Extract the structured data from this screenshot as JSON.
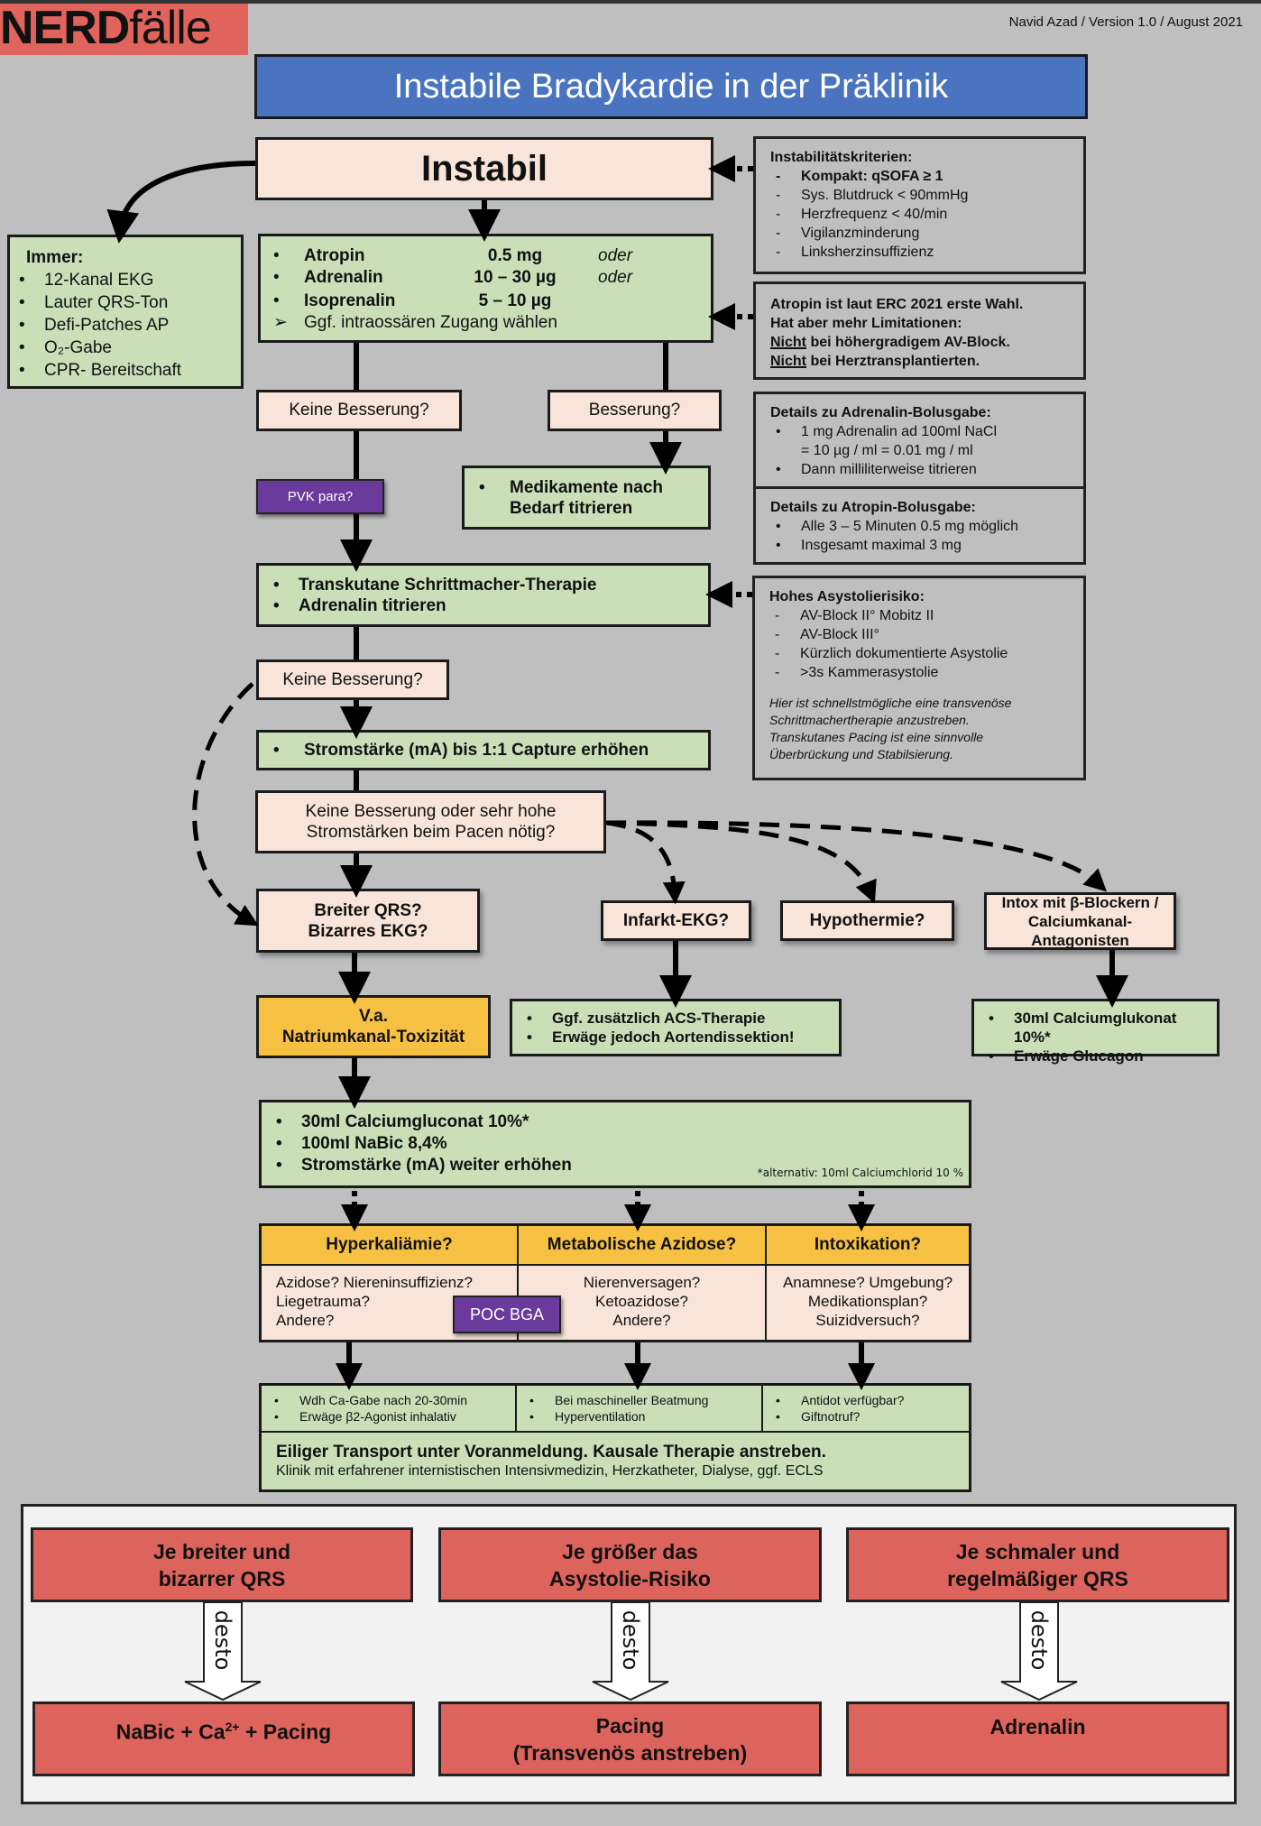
{
  "header": {
    "logo_bold": "NERD",
    "logo_rest": "fälle",
    "author_line": "Navid Azad / Version 1.0 / August 2021",
    "title": "Instabile Bradykardie in der Präklinik"
  },
  "colors": {
    "background": "#bfbfbf",
    "title_blue": "#4a74c0",
    "logo_red": "#e0645c",
    "peach": "#f8e4d8",
    "green": "#cadfb8",
    "orange": "#f6c143",
    "purple": "#6a3a9c",
    "red": "#dd645c"
  },
  "flow": {
    "instabil": "Instabil",
    "immer": {
      "title": "Immer:",
      "items": [
        "12-Kanal EKG",
        "Lauter QRS-Ton",
        "Defi-Patches AP",
        "O₂-Gabe",
        "CPR- Bereitschaft"
      ]
    },
    "drugs": {
      "rows": [
        {
          "name": "Atropin",
          "dose": "0.5 mg",
          "note": "oder"
        },
        {
          "name": "Adrenalin",
          "dose": "10 – 30 µg",
          "note": "oder"
        },
        {
          "name": "Isoprenalin",
          "dose": "5 – 10 µg",
          "note": ""
        }
      ],
      "hint": "Ggf. intraossären Zugang wählen"
    },
    "keine_besserung_1": "Keine Besserung?",
    "besserung": "Besserung?",
    "pvk": "PVK para?",
    "medikamente": [
      "Medikamente nach",
      "Bedarf titrieren"
    ],
    "pacing": [
      "Transkutane Schrittmacher-Therapie",
      "Adrenalin titrieren"
    ],
    "keine_besserung_2": "Keine Besserung?",
    "stromstaerke": "Stromstärke (mA) bis 1:1 Capture erhöhen",
    "hohe_strom": [
      "Keine Besserung oder sehr hohe",
      "Stromstärken beim Pacen nötig?"
    ],
    "breiter_qrs": [
      "Breiter QRS?",
      "Bizarres EKG?"
    ],
    "infarkt": "Infarkt-EKG?",
    "hypothermie": "Hypothermie?",
    "intox": [
      "Intox mit β-Blockern /",
      "Calciumkanal-Antagonisten"
    ],
    "natrium": [
      "V.a.",
      "Natriumkanal-Toxizität"
    ],
    "acs": [
      "Ggf. zusätzlich ACS-Therapie",
      "Erwäge jedoch Aortendissektion!"
    ],
    "calcium_intox": [
      "30ml Calciumglukonat 10%*",
      "Erwäge Glucagon"
    ],
    "natrium_therapy": [
      "30ml Calciumgluconat 10%*",
      "100ml NaBic 8,4%",
      "Stromstärke (mA) weiter erhöhen"
    ],
    "footnote": "*alternativ: 10ml Calciumchlorid 10 %",
    "causes": [
      {
        "title": "Hyperkaliämie?",
        "lines": [
          "Azidose? Niereninsuffizienz?",
          "Liegetrauma?",
          "Andere?"
        ],
        "therapy": [
          "Wdh Ca-Gabe nach 20-30min",
          "Erwäge β2-Agonist inhalativ"
        ]
      },
      {
        "title": "Metabolische Azidose?",
        "lines": [
          "Nierenversagen?",
          "Ketoazidose?",
          "Andere?"
        ],
        "therapy": [
          "Bei maschineller Beatmung",
          "Hyperventilation"
        ]
      },
      {
        "title": "Intoxikation?",
        "lines": [
          "Anamnese? Umgebung?",
          "Medikationsplan?",
          "Suizidversuch?"
        ],
        "therapy": [
          "Antidot verfügbar?",
          "Giftnotruf?"
        ]
      }
    ],
    "poc_bga": "POC BGA",
    "transport_bold": "Eiliger Transport unter Voranmeldung. Kausale Therapie anstreben.",
    "transport_sub": "Klinik mit erfahrener internistischen Intensivmedizin, Herzkatheter, Dialyse, ggf. ECLS"
  },
  "side_notes": {
    "instab": {
      "title": "Instabilitätskriterien:",
      "items": [
        "Kompakt: qSOFA ≥ 1",
        "Sys. Blutdruck < 90mmHg",
        "Herzfrequenz < 40/min",
        "Vigilanzminderung",
        "Linksherzinsuffizienz"
      ]
    },
    "atropin_note": {
      "line1": "Atropin ist laut ERC 2021 erste Wahl.",
      "line2": "Hat aber mehr Limitationen:",
      "nicht": "Nicht",
      "line3_rest": " bei höhergradigem AV-Block.",
      "line4_rest": " bei Herztransplantierten."
    },
    "adrenalin_details": {
      "title": "Details zu Adrenalin-Bolusgabe:",
      "item1a": "1 mg Adrenalin ad 100ml NaCl",
      "item1b": "= 10 µg / ml = 0.01 mg / ml",
      "item2": "Dann milliliterweise titrieren"
    },
    "atropin_details": {
      "title": "Details zu Atropin-Bolusgabe:",
      "items": [
        "Alle 3 – 5 Minuten 0.5 mg möglich",
        "Insgesamt maximal 3 mg"
      ]
    },
    "asystolie": {
      "title": "Hohes Asystolierisiko:",
      "items": [
        "AV-Block II° Mobitz II",
        "AV-Block III°",
        "Kürzlich dokumentierte Asystolie",
        ">3s Kammerasystolie"
      ],
      "note1": "Hier ist schnellstmögliche eine transvenöse Schrittmachertherapie anzustreben.",
      "note2": "Transkutanes Pacing ist eine sinnvolle Überbrückung und Stabilsierung."
    }
  },
  "summary": {
    "arrow_label": "desto",
    "columns": [
      {
        "top": [
          "Je breiter und",
          "bizarrer QRS"
        ],
        "bottom_main": "NaBic + Ca",
        "bottom_sup": "2+",
        "bottom_tail": " + Pacing",
        "bottom_line2": ""
      },
      {
        "top": [
          "Je größer das",
          "Asystolie-Risiko"
        ],
        "bottom_main": "Pacing",
        "bottom_sup": "",
        "bottom_tail": "",
        "bottom_line2": "(Transvenös anstreben)"
      },
      {
        "top": [
          "Je schmaler und",
          "regelmäßiger QRS"
        ],
        "bottom_main": "Adrenalin",
        "bottom_sup": "",
        "bottom_tail": "",
        "bottom_line2": ""
      }
    ]
  }
}
